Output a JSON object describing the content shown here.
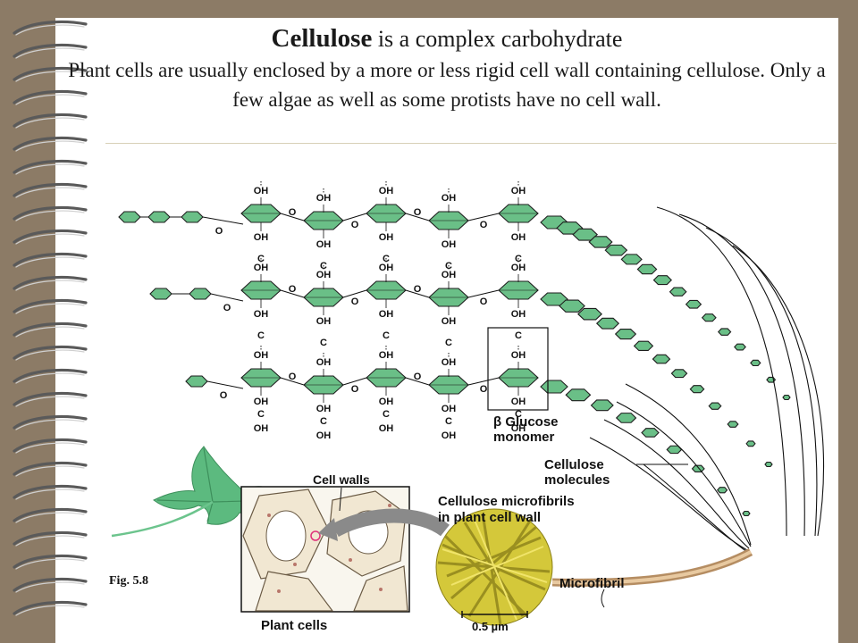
{
  "slide": {
    "title_strong": "Cellulose",
    "title_rest": " is a complex carbohydrate",
    "description": "Plant cells are usually enclosed by a more or less rigid cell wall containing cellulose. Only a few algae as well as some protists have no cell wall."
  },
  "figure": {
    "fig_label": "Fig. 5.8",
    "labels": {
      "beta_glucose": "β Glucose",
      "monomer": "monomer",
      "cellulose": "Cellulose",
      "molecules": "molecules",
      "cell_walls": "Cell walls",
      "microfibrils_1": "Cellulose microfibrils",
      "microfibrils_2": "in plant cell wall",
      "microfibril": "Microfibril",
      "plant_cells": "Plant cells",
      "scale": "0.5 µm"
    },
    "atoms": {
      "oh": "OH",
      "o": "O",
      "c": "C"
    },
    "colors": {
      "glucose_fill": "#6abf87",
      "glucose_stroke": "#1e1e1e",
      "micrograph": "#d4c83a",
      "leaf": "#5cba7f",
      "arrow": "#8a8a8a",
      "ring": "#5a5a5a"
    }
  }
}
